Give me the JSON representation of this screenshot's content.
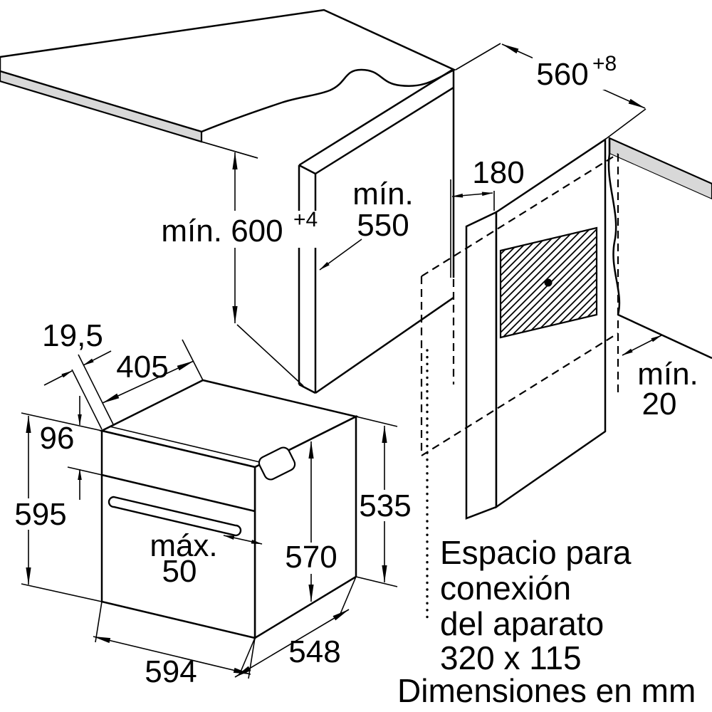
{
  "diagram": {
    "unit_note": "Dimensiones en mm",
    "connection_note": {
      "line1": "Espacio para",
      "line2": "conexión",
      "line3": "del aparato",
      "line4": "320 x 115"
    },
    "dimensions": {
      "niche_depth_560": {
        "value": "560",
        "tolerance": "+8"
      },
      "niche_height_600": {
        "value": "mín. 600",
        "tolerance": "+4"
      },
      "niche_min_550": {
        "line1": "mín.",
        "line2": "550"
      },
      "rear_gap_180": {
        "value": "180"
      },
      "side_gap_min_20": {
        "line1": "mín.",
        "line2": "20"
      },
      "front_offset_19_5": {
        "value": "19,5"
      },
      "top_depth_405": {
        "value": "405"
      },
      "panel_height_96": {
        "value": "96"
      },
      "oven_height_595": {
        "value": "595"
      },
      "handle_max_50": {
        "line1": "máx.",
        "line2": "50"
      },
      "door_height_570": {
        "value": "570"
      },
      "casing_height_535": {
        "value": "535"
      },
      "oven_width_594": {
        "value": "594"
      },
      "oven_depth_548": {
        "value": "548"
      }
    },
    "colors": {
      "line": "#000000",
      "shading": "#d8d8d8",
      "background": "#ffffff"
    }
  }
}
